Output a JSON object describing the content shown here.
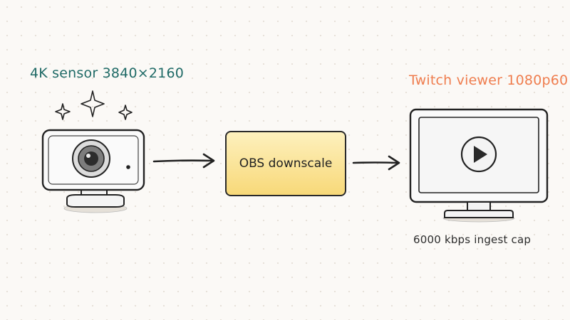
{
  "source": {
    "label": "4K sensor 3840×2160",
    "icon": "webcam-icon"
  },
  "process": {
    "label": "OBS downscale"
  },
  "destination": {
    "label": "Twitch viewer 1080p60",
    "icon": "monitor-play-icon",
    "caption": "6000 kbps ingest cap"
  },
  "colors": {
    "source_label": "#1f6a66",
    "destination_label": "#ef7d4e",
    "process_fill": "#f8d979"
  }
}
